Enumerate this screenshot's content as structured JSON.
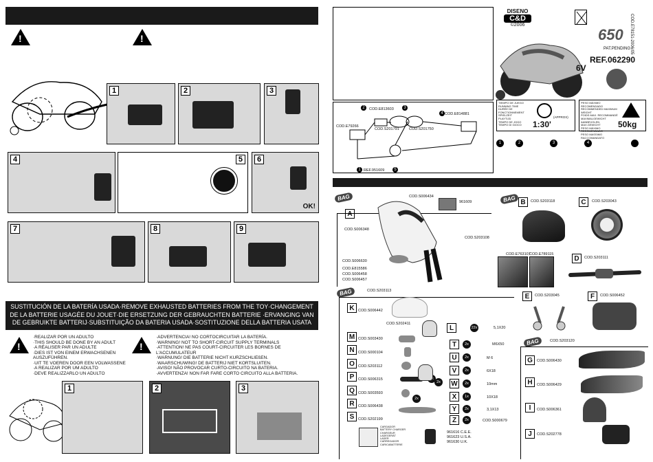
{
  "left_top": {
    "step_numbers": [
      "1",
      "2",
      "3",
      "4",
      "5",
      "6",
      "7",
      "8",
      "9"
    ],
    "ok_label": "OK!"
  },
  "battery_section": {
    "title": "SUSTITUCIÓN DE LA BATERÍA USADA·REMOVE EXHAUSTED BATTERIES FROM THE TOY·CHANGEMENT DE LA BATTERIE USAGÉE DU JOUET·DIE ERSETZUNG DER GEBRAUCHTEN BATTERIE ·ERVANGING VAN DE GEBRUIKTE BATTERIJ·SUBSTITUIÇÃO DA BATERIA USADA·SOSTITUZIONE DELLA BATTERIA USATA",
    "warning_left": [
      "·REALIZAR POR UN ADULTO",
      "·THIS SHOULD BE DONE BY AN ADULT",
      "·A RÉALISER PAR UN ADULTE",
      "·DIES IST VON EINEM ERWACHSENEN AUSZUFÜHREN.",
      "·UIT TE VOEREN DOOR EEN VOLWASSENE",
      "·A REALIZAR POR UM ADULTO",
      "·DEVE REALIZZARLO UN ADULTO"
    ],
    "warning_right": [
      "·ADVERTENCIA! NO CORTOCIRCUITAR LA BATERÍA.",
      "·WARNING! NOT TO SHORT-CIRCUIT SUPPLY TERMINALS",
      "·ATTENTION! NE PAS COURT-CIRCUITER LES BORNES DE L'ACCUMULATEUR",
      "·WARNUNG! DIE BATTERIE NICHT KURZSCHLIEßEN.",
      "·WAARSCHUWING! DE BATTERIJ NIET KORTSLUITEN.",
      "·AVISO! NÃO PROVOCAR CURTO-CIRCUITO NA BATERIA.",
      "·AVVERTENZA! NON FAR FARE CORTO CIRCUITO ALLA BATTERIA."
    ],
    "steps": [
      "1",
      "2",
      "3"
    ]
  },
  "product": {
    "brand_top": "DISENO",
    "brand_logo": "C&D",
    "copyright": "©2006",
    "model_text": "650",
    "voltage": "6V",
    "patent": "PAT.PENDING",
    "ref": "REF.062290",
    "side_code": "COD.E78151-2006/05",
    "time_label_lines": [
      "TIEMPO DE JUEGO",
      "RUNNING TIME",
      "DURÉE DE FONCTIONNEMENT",
      "SPIELZEIT",
      "PLAYTIJD",
      "TEMPO DE JOGO",
      "TEMPO DI GIOCO"
    ],
    "time_value": "1:30'",
    "time_approx": "(APPROX)",
    "weight_label_lines": [
      "PESO MÁXIMO RECOMENDADO",
      "RECOMMENDED MAXIMUM WEIGHT",
      "POIDS MAX. RECOMMANDÉ",
      "MAXIMALGEWICHT",
      "AANBEVOLEN MAX.GEWICHT",
      "PESO MÁXIMO RECOMENDADO",
      "PESO MASSIMO RACCOMANDATO"
    ],
    "weight_value": "50kg",
    "dots": [
      "1",
      "2",
      "3",
      "4"
    ]
  },
  "wiring": {
    "codes": [
      "COD.E813603",
      "COD.E79266",
      "COD.S201791",
      "COD.S201750",
      "COD.E814881",
      "REF.951609"
    ],
    "markers": [
      "1",
      "2",
      "3",
      "4",
      "5"
    ]
  },
  "parts": {
    "bag_label": "BAG",
    "A": {
      "letter": "A",
      "codes": [
        "COD.S006434",
        "961609",
        "COD.S006348",
        "COD.S006630",
        "COD.E815586",
        "COD.S006458",
        "COD.S006457",
        "COD.S203108"
      ]
    },
    "B": {
      "letter": "B",
      "code": "COD.S203118"
    },
    "C": {
      "letter": "C",
      "code": "COD.S203043"
    },
    "D": {
      "letter": "D",
      "code": "COD.S203111"
    },
    "D_codes": [
      "COD.E763107",
      "COD.E789115"
    ],
    "E": {
      "letter": "E",
      "code": "COD.S203045"
    },
    "F": {
      "letter": "F",
      "code": "COD.S006452"
    },
    "bag2_code": "COD.S203113",
    "bag3_code": "COD.S203120",
    "K": {
      "letter": "K",
      "code": "COD.S006442"
    },
    "bag_inner_code": "COD.S202411",
    "L": {
      "letter": "L",
      "qty": "22x",
      "desc": "5,1X20"
    },
    "M": {
      "letter": "M",
      "code": "COD.S003430"
    },
    "N": {
      "letter": "N",
      "code": "COD.S000104"
    },
    "O": {
      "letter": "O",
      "code": "COD.S203112"
    },
    "P": {
      "letter": "P",
      "code": "COD.S006315"
    },
    "Q": {
      "letter": "Q",
      "code": "COD.S003593"
    },
    "R": {
      "letter": "R",
      "code": "COD.S006438"
    },
    "S": {
      "letter": "S",
      "code": "COD.S202199"
    },
    "T": {
      "letter": "T",
      "qty": "2x",
      "desc": "M6X50"
    },
    "U": {
      "letter": "U",
      "qty": "2x",
      "desc": "M 6"
    },
    "V": {
      "letter": "V",
      "qty": "2x",
      "desc": "6X18"
    },
    "W": {
      "letter": "W",
      "qty": "2x",
      "desc": "10mm"
    },
    "X": {
      "letter": "X",
      "qty": "1x",
      "desc": "10X18"
    },
    "Y": {
      "letter": "Y",
      "qty": "2x",
      "desc": "3,1X13"
    },
    "Z": {
      "letter": "Z",
      "qty": "2x",
      "code": "COD.S000679"
    },
    "G": {
      "letter": "G",
      "code": "COD.S006430"
    },
    "H": {
      "letter": "H",
      "code": "COD.S006429"
    },
    "I": {
      "letter": "I",
      "code": "COD.S006361"
    },
    "J": {
      "letter": "J",
      "code": "COD.S202778"
    },
    "charger_lines": [
      "961616 C.E.E.",
      "961623 U.S.A.",
      "961630 U.K."
    ],
    "charger_labels": [
      "CARGADOR",
      "BATTERY CHARGER",
      "CHARGEUR",
      "LADEGERÄT",
      "LADER",
      "CARREGADOR",
      "CARICABATTERIE"
    ],
    "qty_tags": [
      "2x",
      "2x",
      "2x"
    ]
  }
}
